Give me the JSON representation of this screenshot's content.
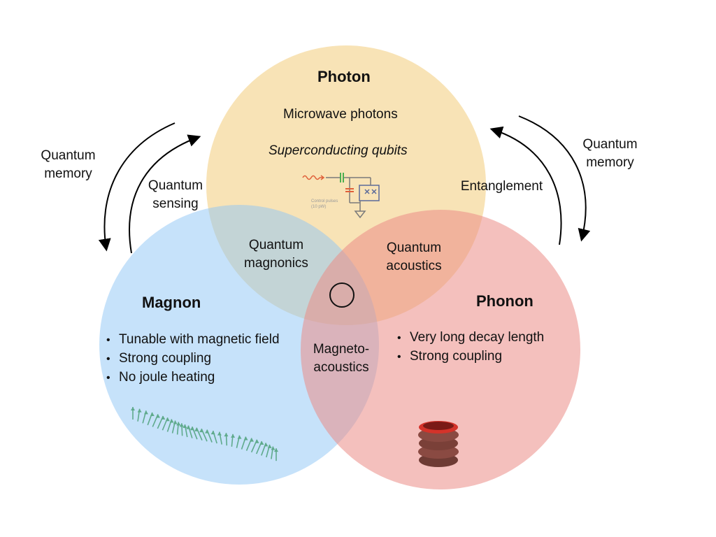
{
  "photon": {
    "title": "Photon",
    "line1": "Microwave photons",
    "line2": "Superconducting qubits",
    "circuit_caption_1": "Control pulses",
    "circuit_caption_2": "(10 pW)"
  },
  "magnon": {
    "title": "Magnon",
    "bullets": [
      "Tunable with magnetic field",
      "Strong coupling",
      "No joule heating"
    ]
  },
  "phonon": {
    "title": "Phonon",
    "bullets": [
      "Very long decay length",
      "Strong coupling"
    ]
  },
  "overlaps": {
    "photon_magnon_1": "Quantum",
    "photon_magnon_2": "magnonics",
    "photon_phonon_1": "Quantum",
    "photon_phonon_2": "acoustics",
    "magnon_phonon_1": "Magneto-",
    "magnon_phonon_2": "acoustics"
  },
  "arrows": {
    "left_outer_1": "Quantum",
    "left_outer_2": "memory",
    "left_inner_1": "Quantum",
    "left_inner_2": "sensing",
    "right_inner": "Entanglement",
    "right_outer_1": "Quantum",
    "right_outer_2": "memory"
  },
  "colors": {
    "photon": "#f3cc7a",
    "magnon": "#8ec5f6",
    "phonon": "#eb8c86",
    "arrow": "#000000"
  },
  "icons": [
    "superconducting-circuit-icon",
    "spin-wave-arrows-icon",
    "resonator-coil-icon",
    "center-circle-icon"
  ]
}
